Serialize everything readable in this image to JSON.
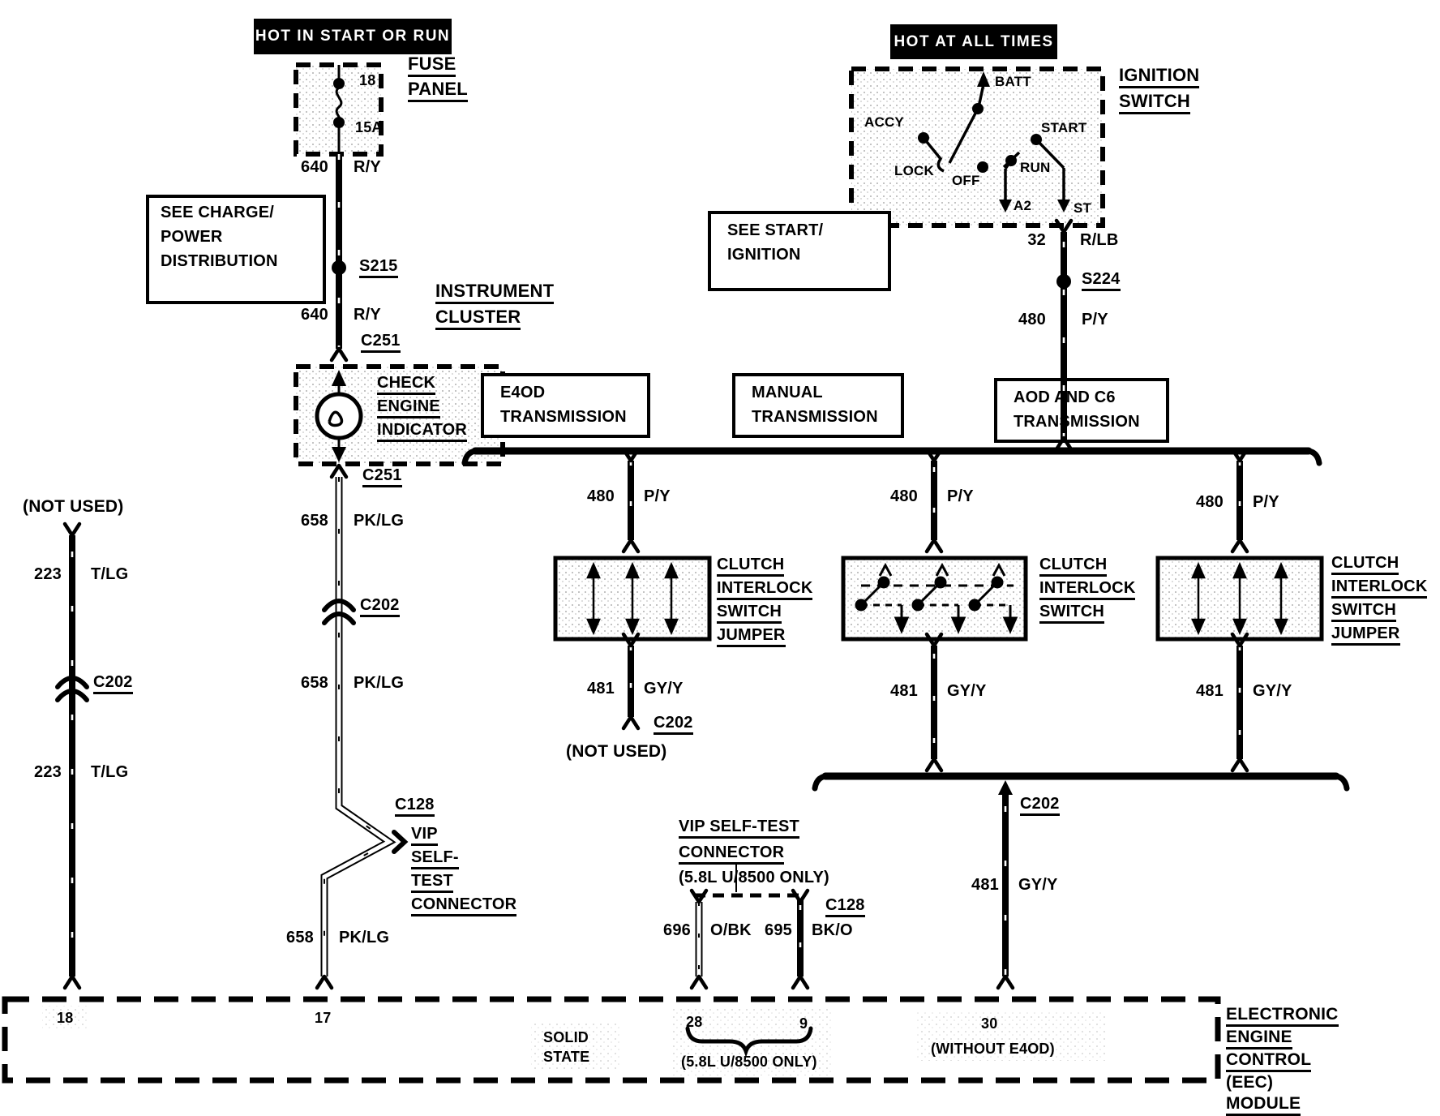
{
  "banners": {
    "start_run": "HOT IN START OR RUN",
    "all_times": "HOT AT ALL TIMES"
  },
  "fuse_panel": {
    "name1": "FUSE",
    "name2": "PANEL",
    "pin": "18",
    "rating": "15A"
  },
  "boxes": {
    "see_charge": [
      "SEE CHARGE/",
      "POWER",
      "DISTRIBUTION"
    ],
    "see_start": [
      "SEE START/",
      "IGNITION"
    ],
    "instrument_cluster": [
      "INSTRUMENT",
      "CLUSTER"
    ],
    "check_engine": [
      "CHECK",
      "ENGINE",
      "INDICATOR"
    ],
    "ignition_switch": [
      "IGNITION",
      "SWITCH"
    ],
    "e4od": [
      "E4OD",
      "TRANSMISSION"
    ],
    "manual": [
      "MANUAL",
      "TRANSMISSION"
    ],
    "aod": [
      "AOD AND C6",
      "TRANSMISSION"
    ],
    "clutch_jumper_left": [
      "CLUTCH",
      "INTERLOCK",
      "SWITCH",
      "JUMPER"
    ],
    "clutch_switch_mid": [
      "CLUTCH",
      "INTERLOCK",
      "SWITCH"
    ],
    "clutch_jumper_right": [
      "CLUTCH",
      "INTERLOCK",
      "SWITCH",
      "JUMPER"
    ],
    "vip_left": [
      "VIP",
      "SELF-",
      "TEST",
      "CONNECTOR"
    ],
    "vip_bottom": [
      "VIP SELF-TEST",
      "CONNECTOR",
      "(5.8L U/8500 ONLY)"
    ],
    "eec": [
      "ELECTRONIC",
      "ENGINE",
      "CONTROL",
      "(EEC)",
      "MODULE"
    ]
  },
  "ignition_positions": {
    "batt": "BATT",
    "accy": "ACCY",
    "lock": "LOCK",
    "off": "OFF",
    "run": "RUN",
    "start": "START",
    "a2": "A2",
    "st": "ST"
  },
  "wires": {
    "w640a": {
      "num": "640",
      "color": "R/Y"
    },
    "w640b": {
      "num": "640",
      "color": "R/Y"
    },
    "w658a": {
      "num": "658",
      "color": "PK/LG"
    },
    "w658b": {
      "num": "658",
      "color": "PK/LG"
    },
    "w658c": {
      "num": "658",
      "color": "PK/LG"
    },
    "w223a": {
      "num": "223",
      "color": "T/LG"
    },
    "w223b": {
      "num": "223",
      "color": "T/LG"
    },
    "w32": {
      "num": "32",
      "color": "R/LB"
    },
    "w480": {
      "num": "480",
      "color": "P/Y"
    },
    "w480a": {
      "num": "480",
      "color": "P/Y"
    },
    "w480b": {
      "num": "480",
      "color": "P/Y"
    },
    "w480c": {
      "num": "480",
      "color": "P/Y"
    },
    "w481a": {
      "num": "481",
      "color": "GY/Y"
    },
    "w481b": {
      "num": "481",
      "color": "GY/Y"
    },
    "w481c": {
      "num": "481",
      "color": "GY/Y"
    },
    "w481d": {
      "num": "481",
      "color": "GY/Y"
    },
    "w696": {
      "num": "696",
      "color": "O/BK"
    },
    "w695": {
      "num": "695",
      "color": "BK/O"
    }
  },
  "connectors": {
    "s215": "S215",
    "s224": "S224",
    "c251a": "C251",
    "c251b": "C251",
    "c202_chain": "C202",
    "c202_left": "C202",
    "c202_notused": "C202",
    "c202_bus": "C202",
    "c128_left": "C128",
    "c128_bottom": "C128"
  },
  "notes": {
    "not_used_left": "(NOT USED)",
    "not_used_mid": "(NOT USED)",
    "solid_state": [
      "SOLID",
      "STATE"
    ],
    "only_58l": "(5.8L U/8500 ONLY)",
    "without_e4od": "(WITHOUT E4OD)"
  },
  "eec_pins": {
    "p18": "18",
    "p17": "17",
    "p28": "28",
    "p9": "9",
    "p30": "30"
  },
  "colors": {
    "ink": "#000000",
    "paper": "#ffffff",
    "stipple": "#b0b0b0"
  }
}
